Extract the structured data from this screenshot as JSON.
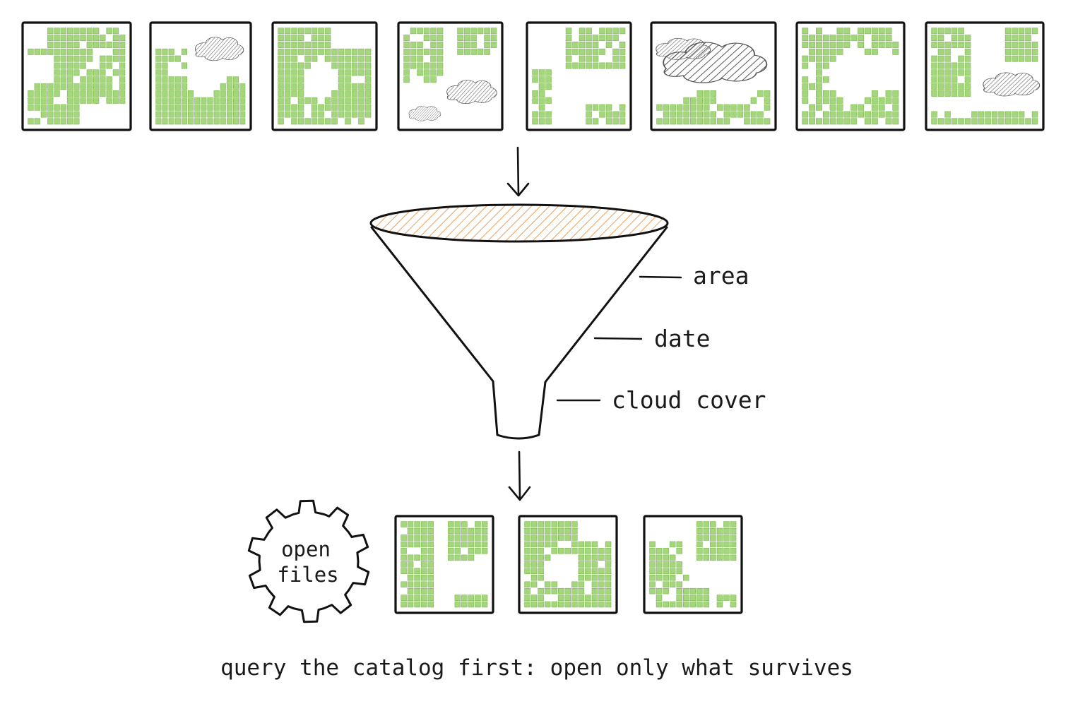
{
  "colors": {
    "ink": "#111111",
    "vegetation_fill": "#a5d67d",
    "vegetation_edge": "#7cb84f",
    "cloud_hatch": "#555555",
    "funnel_hatch": "#e8964a",
    "background": "#ffffff"
  },
  "catalog_tiles": [
    {
      "pattern": "dense-green-with-gaps",
      "clouds": false
    },
    {
      "pattern": "green-lower-half",
      "clouds": true
    },
    {
      "pattern": "dense-green-ring",
      "clouds": false
    },
    {
      "pattern": "green-patches",
      "clouds": true
    },
    {
      "pattern": "sparse-green",
      "clouds": false
    },
    {
      "pattern": "green-bottom-strip",
      "clouds": true
    },
    {
      "pattern": "green-ring-open",
      "clouds": false
    },
    {
      "pattern": "green-left-and-right",
      "clouds": true
    }
  ],
  "funnel": {
    "filters": {
      "area": "area",
      "date": "date",
      "cloud_cover": "cloud cover"
    }
  },
  "gear": {
    "icon": "gear-icon",
    "label_line1": "open",
    "label_line2": "files"
  },
  "result_tiles": [
    {
      "pattern": "green-left-block",
      "clouds": false
    },
    {
      "pattern": "dense-green-ring",
      "clouds": false
    },
    {
      "pattern": "green-diagonal",
      "clouds": false
    }
  ],
  "caption": "query the catalog first: open only what survives"
}
